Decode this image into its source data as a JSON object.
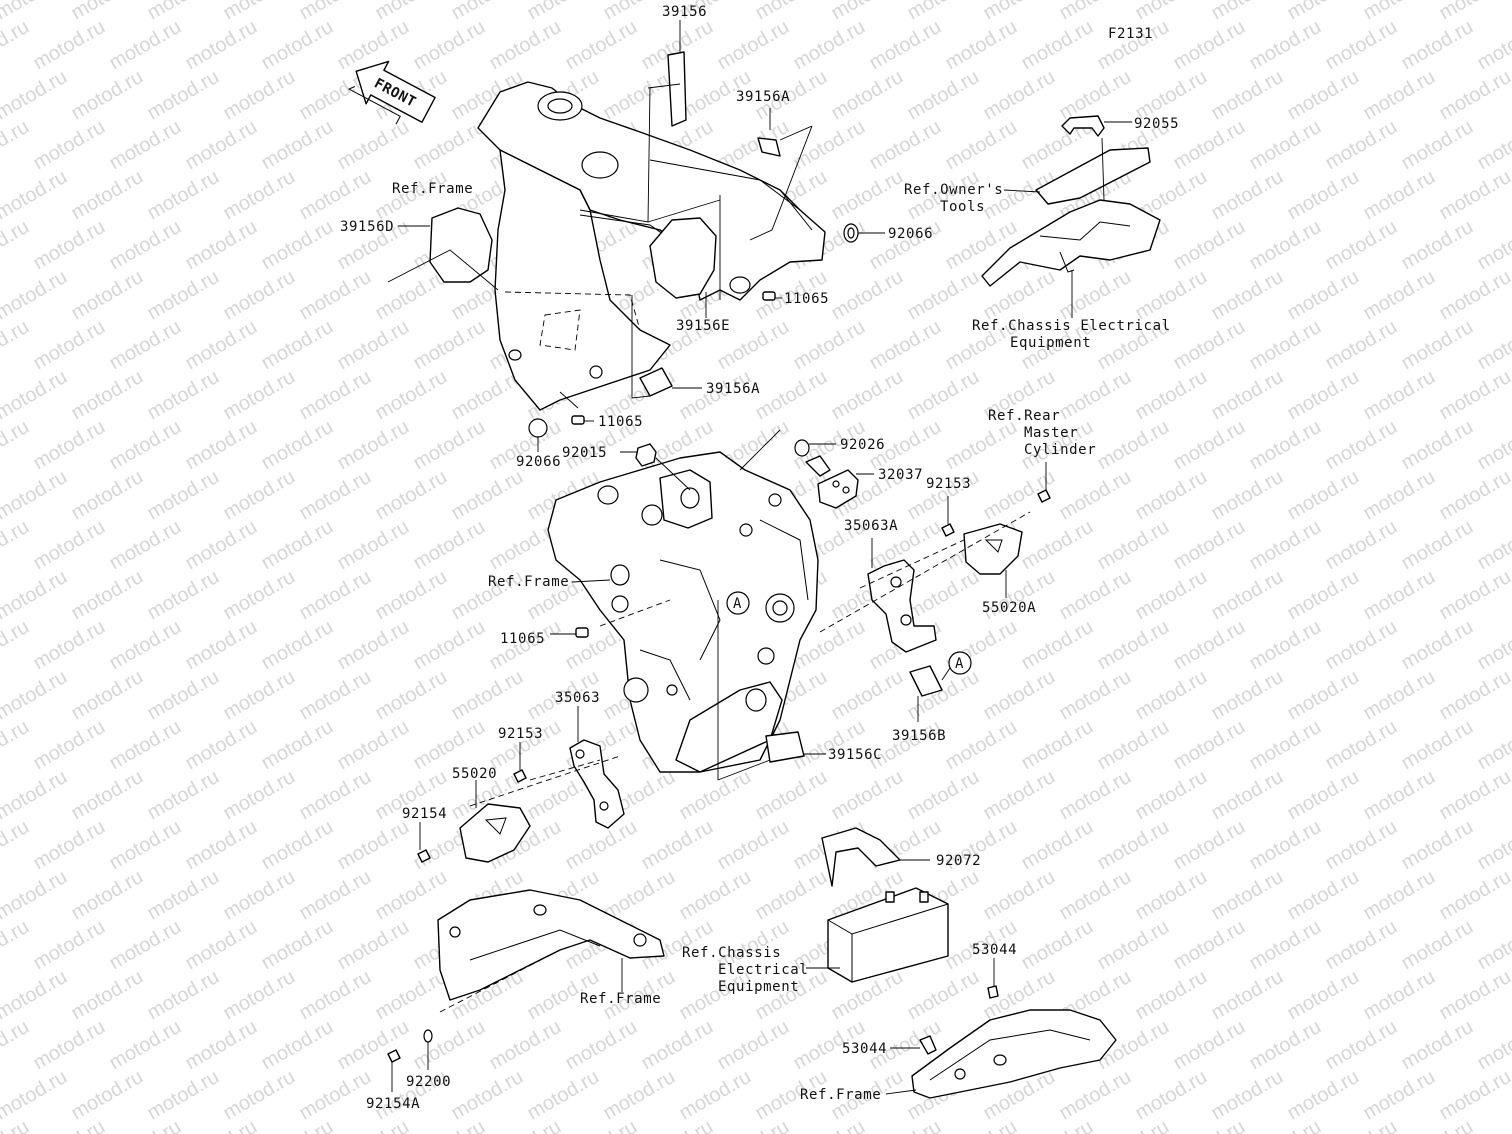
{
  "diagram": {
    "code": "F2131",
    "watermark": "motod.ru",
    "front_arrow": "FRONT",
    "callouts": {
      "p39156": "39156",
      "p39156A_top": "39156A",
      "p92055": "92055",
      "ref_owners_tools_1": "Ref.Owner's",
      "ref_owners_tools_2": "Tools",
      "ref_frame_top": "Ref.Frame",
      "p39156D": "39156D",
      "p92066_right": "92066",
      "p11065_top": "11065",
      "p39156E": "39156E",
      "ref_chassis_1_a": "Ref.Chassis Electrical",
      "ref_chassis_1_b": "Equipment",
      "p39156A_mid": "39156A",
      "p11065_mid": "11065",
      "p92066_left": "92066",
      "ref_rear_master_1": "Ref.Rear",
      "ref_rear_master_2": "Master",
      "ref_rear_master_3": "Cylinder",
      "p92026": "92026",
      "p92015": "92015",
      "p32037": "32037",
      "p92153_right": "92153",
      "p35063A": "35063A",
      "ref_frame_mid": "Ref.Frame",
      "p55020A": "55020A",
      "marker_a1": "A",
      "p11065_low": "11065",
      "marker_a2": "A",
      "p35063": "35063",
      "p39156B": "39156B",
      "p92153_left": "92153",
      "p55020": "55020",
      "p39156C": "39156C",
      "p92154": "92154",
      "p92072": "92072",
      "ref_chassis_2_a": "Ref.Chassis",
      "ref_chassis_2_b": "Electrical",
      "ref_chassis_2_c": "Equipment",
      "p53044_top": "53044",
      "ref_frame_low": "Ref.Frame",
      "p53044_low": "53044",
      "p92200": "92200",
      "p92154A": "92154A",
      "ref_frame_bottom": "Ref.Frame"
    }
  }
}
